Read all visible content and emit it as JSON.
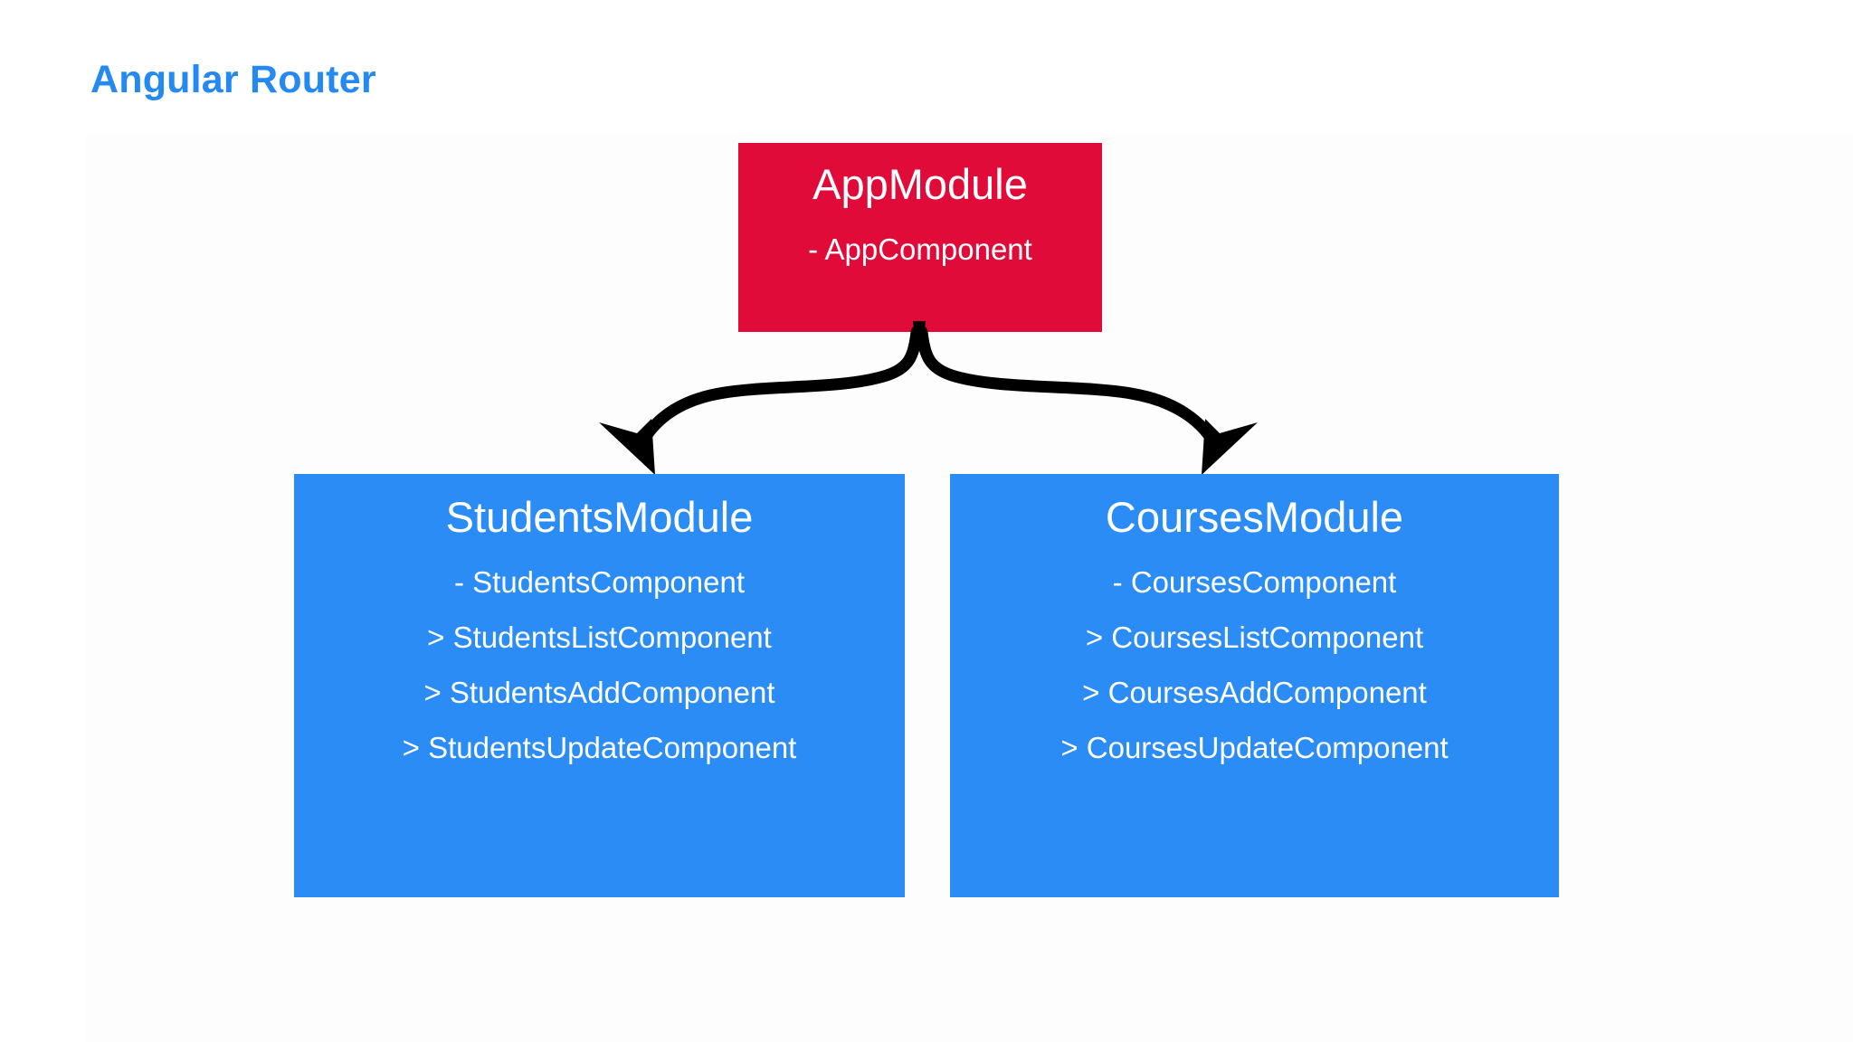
{
  "page": {
    "title": "Angular Router",
    "title_color": "#2489f0",
    "background_color": "#ffffff"
  },
  "diagram": {
    "type": "tree",
    "root": {
      "name": "app-module",
      "title": "AppModule",
      "subtitle": "- AppComponent",
      "color": "#e00b38",
      "text_color": "#ffffff"
    },
    "connector": {
      "name": "split-arrow",
      "style": "hand-drawn-curved-double-arrow",
      "color": "#000000",
      "from": "AppModule",
      "to": [
        "StudentsModule",
        "CoursesModule"
      ]
    },
    "children": [
      {
        "name": "students-module",
        "title": "StudentsModule",
        "color": "#2a8cf4",
        "text_color": "#ffffff",
        "components": [
          "- StudentsComponent",
          "> StudentsListComponent",
          "> StudentsAddComponent",
          "> StudentsUpdateComponent"
        ]
      },
      {
        "name": "courses-module",
        "title": "CoursesModule",
        "color": "#2a8cf4",
        "text_color": "#ffffff",
        "components": [
          "- CoursesComponent",
          "> CoursesListComponent",
          "> CoursesAddComponent",
          "> CoursesUpdateComponent"
        ]
      }
    ]
  }
}
